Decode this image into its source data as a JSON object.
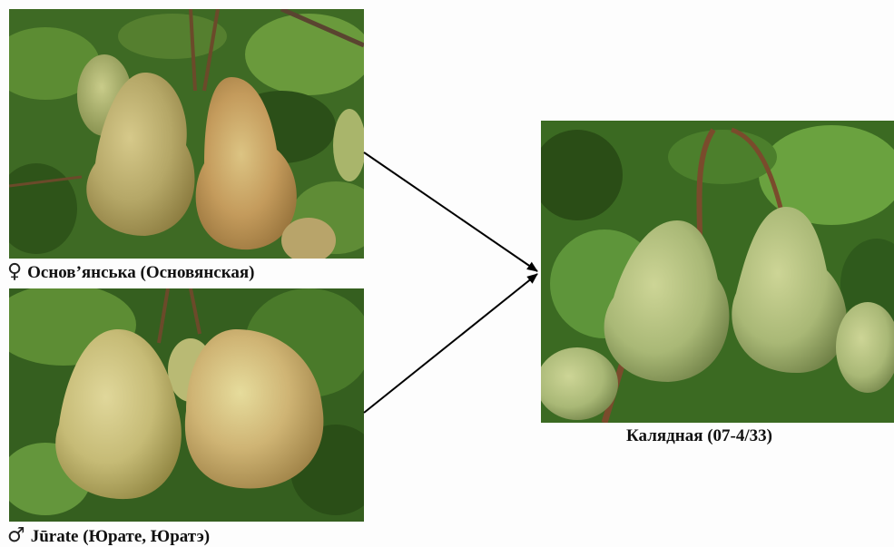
{
  "parents": {
    "female": {
      "symbol": "♀",
      "name": "Основ’янська (Основянская)"
    },
    "male": {
      "symbol": "♂",
      "name": "Jūrate (Юрате, Юратэ)"
    }
  },
  "offspring": {
    "name": "Калядная (07-4/33)"
  },
  "colors": {
    "foliage_dark": "#2f5a1c",
    "foliage_mid": "#4f7a2c",
    "pear_green": "#b6c27a",
    "pear_blush": "#c98f55",
    "arrow": "#000000"
  }
}
